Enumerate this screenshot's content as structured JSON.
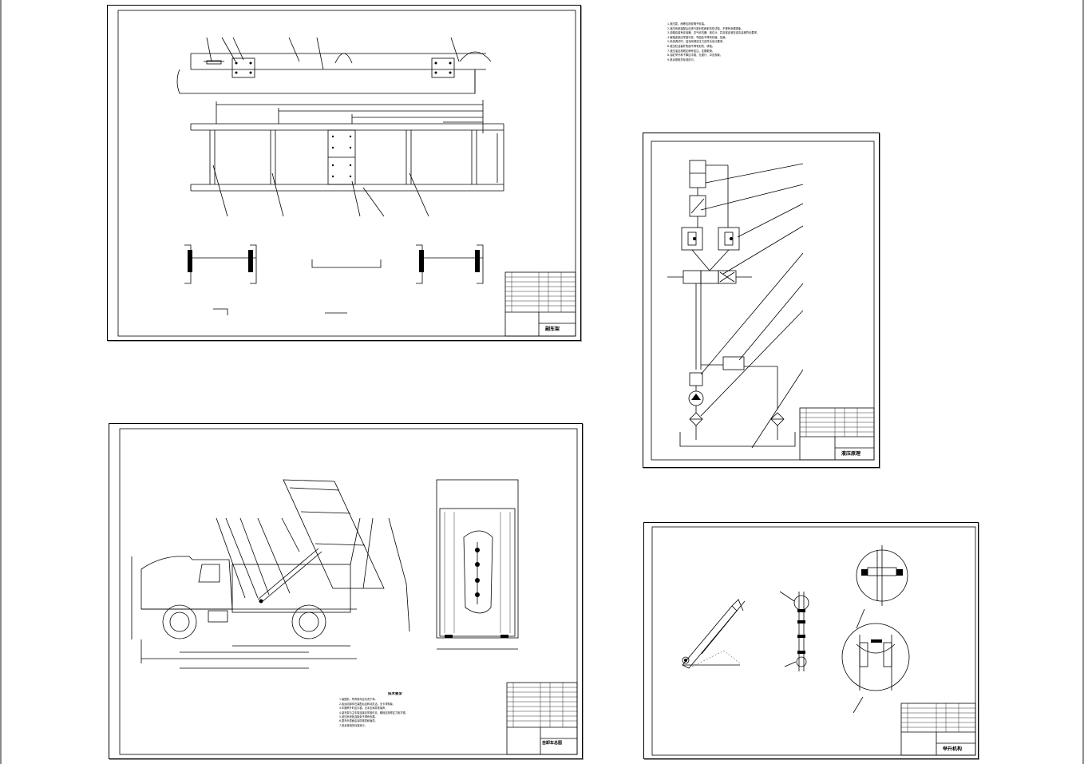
{
  "sheets": {
    "frame": {
      "title": "副车架"
    },
    "truck": {
      "title": "自卸车总图",
      "notes_heading": "技术要求"
    },
    "hydraulic": {
      "title": "液压原理"
    },
    "lift": {
      "title": "举升机构"
    }
  },
  "hydraulic_notes": [
    "1.液压泵、阀等应按说明书安装。",
    "2.液压系统装配后应进行密封性和耐压性试验，不得有渗漏现象。",
    "3.油箱应装有滤油器、空气滤清器、液位计，并应保证液压油清洁度符合要求。",
    "4.管路连接应牢固可靠，弯曲处不得有折痕、压扁。",
    "5.系统调试时，溢流阀调定压力应符合设计要求。",
    "6.液压缸活塞杆表面不得有划伤、锈蚀。",
    "7.液压油应按规定牌号加注，定期更换。",
    "8.油缸举升和下降应平稳，无爬行、冲击现象。",
    "9.其余按相关标准执行。"
  ],
  "truck_notes": [
    "1.装配前，所有零件应清洗干净。",
    "2.各运动部件在装配后应转动灵活，无卡滞现象。",
    "3.车厢举升时应平稳，无冲击和异常噪声。",
    "4.副车架与主车架连接应牢固可靠，螺栓应按规定力矩拧紧。",
    "5.液压系统各连接处不得有渗漏。",
    "6.整车外表面应涂防锈漆和面漆。",
    "7.其余按相关标准执行。"
  ],
  "colors": {
    "line": "#000000",
    "sheet_shadow": "#9a9a9a"
  }
}
